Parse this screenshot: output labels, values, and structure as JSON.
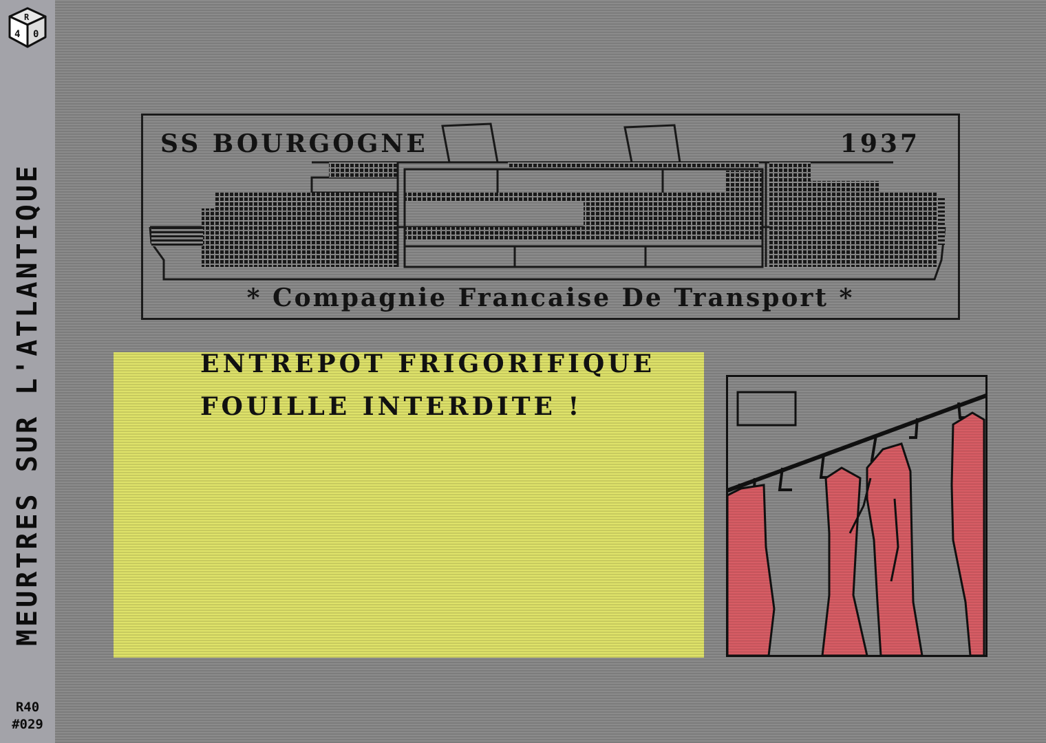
{
  "sidebar": {
    "title": "MEURTRES SUR L'ATLANTIQUE",
    "id_line1": "R40",
    "id_line2": "#029",
    "logo_icon": "dice-cube-icon"
  },
  "banner": {
    "ship_name": "SS BOURGOGNE",
    "year": "1937",
    "company": "* Compagnie Francaise De Transport *"
  },
  "message": {
    "line1": "ENTREPOT FRIGORIFIQUE",
    "line2": "FOUILLE INTERDITE !"
  },
  "scene": {
    "subject": "cold-storage-hanging-meat",
    "colors": {
      "meat": "#e0626a",
      "outline": "#111111",
      "wall": "#8b8b8b"
    }
  },
  "colors": {
    "screen_bg": "#8b8b8b",
    "sidebar_bg": "#a3a3a9",
    "message_bg": "#dfe36a",
    "ink": "#141414"
  }
}
